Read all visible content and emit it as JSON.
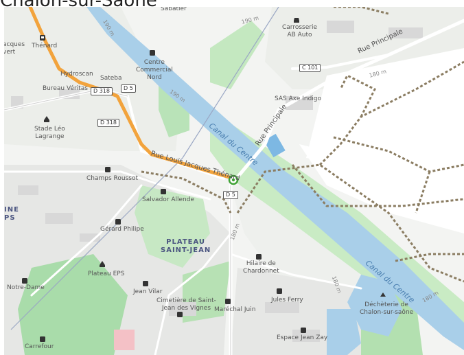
{
  "title": "Chalon-sur-Saône",
  "map": {
    "places": [
      {
        "label": "Sabatier"
      },
      {
        "label": "Carrosserie\nAB Auto"
      },
      {
        "label": "Thénard"
      },
      {
        "label": "Hydroscan"
      },
      {
        "label": "Sateba"
      },
      {
        "label": "Bureau Véritas"
      },
      {
        "label": "Centre\nCommercial\nNord"
      },
      {
        "label": "SAS Axe Indigo"
      },
      {
        "label": "Stade Léo\nLagrange"
      },
      {
        "label": "Champs Roussot"
      },
      {
        "label": "Salvador Allende"
      },
      {
        "label": "Gérard Philipe"
      },
      {
        "label": "Plateau EPS"
      },
      {
        "label": "Notre-Dame"
      },
      {
        "label": "Jean Vilar"
      },
      {
        "label": "Cimetière de Saint-\nJean des Vignes"
      },
      {
        "label": "Maréchal Juin"
      },
      {
        "label": "Hilaire de\nChardonnet"
      },
      {
        "label": "Jules Ferry"
      },
      {
        "label": "Espace Jean Zay"
      },
      {
        "label": "Déchèterie de\nChalon-sur-saône"
      },
      {
        "label": "Carrefour"
      },
      {
        "label": "acques\nvert"
      }
    ],
    "districts": [
      {
        "label": "PLATEAU\nSAINT-JEAN"
      },
      {
        "label": "INE\nPS"
      }
    ],
    "roads": [
      {
        "label": "Rue Principale"
      },
      {
        "label": "Rue Principale"
      },
      {
        "label": "Rue Louis Jacques Thénard"
      }
    ],
    "shields": [
      "C 101",
      "D 318",
      "D 5",
      "D 318",
      "D 5"
    ],
    "waterways": [
      "Canal du Centre",
      "Canal du Centre"
    ],
    "elevations": [
      "190 m",
      "190 m",
      "190 m",
      "180 m",
      "180 m",
      "180 m",
      "180 m"
    ],
    "colors": {
      "water": "#a9cfe9",
      "park": "#a4dba9",
      "route": "#f2a33c",
      "railway": "#8b7d62",
      "road": "#ffffff",
      "building": "#d6d6d6",
      "marker": "#3fa234"
    }
  }
}
